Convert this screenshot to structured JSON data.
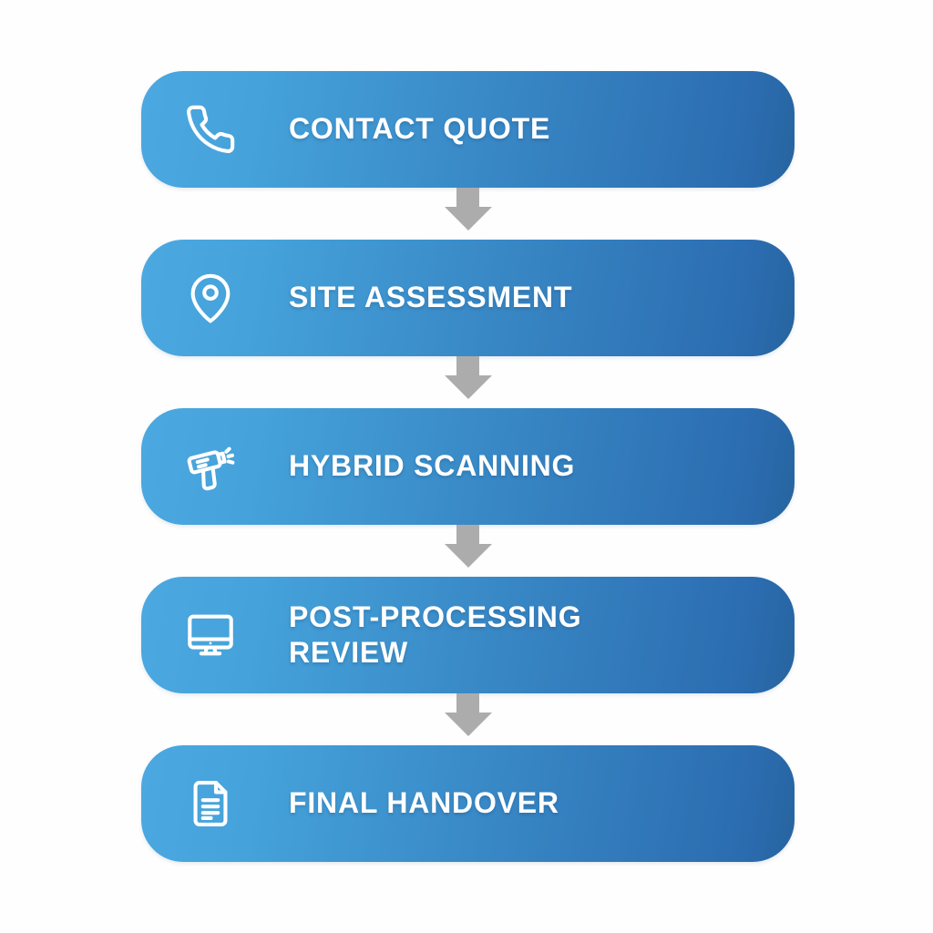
{
  "diagram": {
    "type": "vertical-process-flow",
    "background_color": "#fefefe",
    "step_gradient_from": "#4ca8e0",
    "step_gradient_to": "#2b6cb0",
    "arrow_color": "#acacac",
    "text_color": "#ffffff",
    "steps": [
      {
        "label": "CONTACT QUOTE",
        "icon": "phone-icon"
      },
      {
        "label": "SITE ASSESSMENT",
        "icon": "location-pin-icon"
      },
      {
        "label": "HYBRID SCANNING",
        "icon": "scanner-gun-icon"
      },
      {
        "label": "POST-PROCESSING REVIEW",
        "icon": "monitor-icon"
      },
      {
        "label": "FINAL HANDOVER",
        "icon": "document-icon"
      }
    ],
    "connector": {
      "shape": "down-arrow",
      "count": 4
    }
  }
}
